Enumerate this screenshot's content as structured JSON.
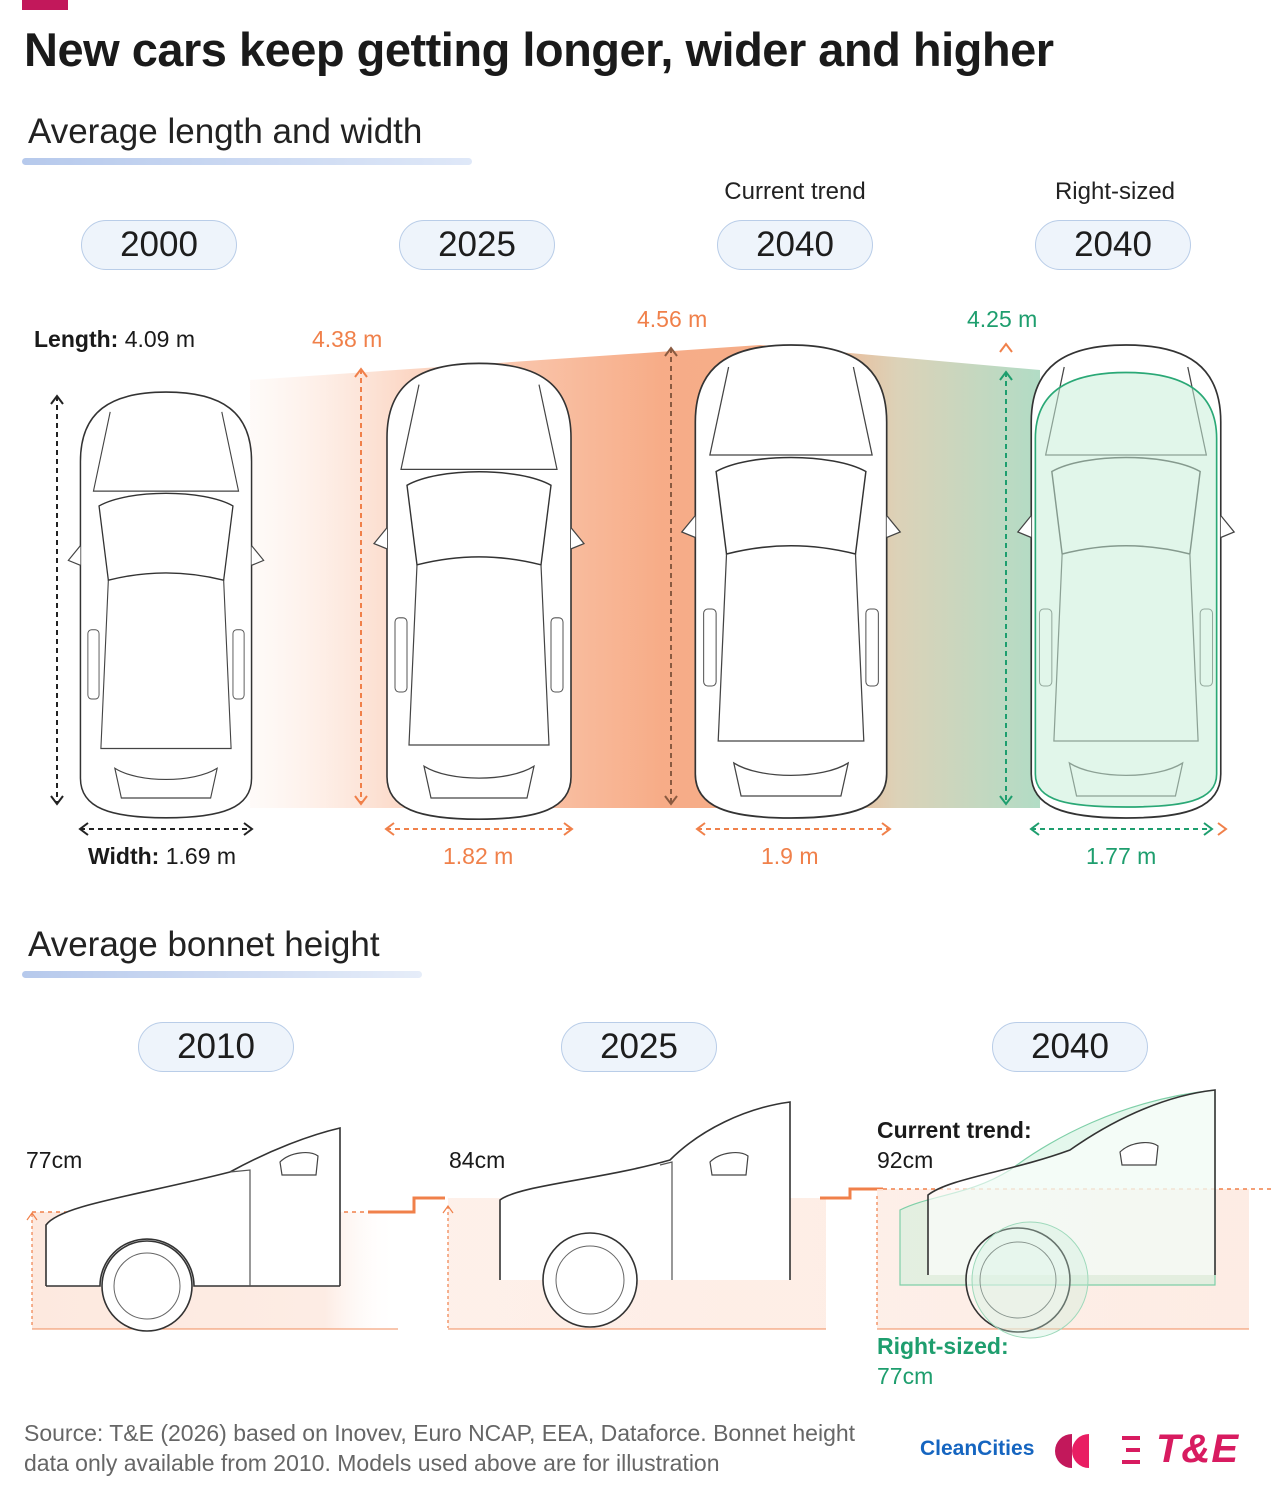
{
  "title": "New cars keep getting longer, wider and higher",
  "colors": {
    "accent_pink": "#c2185b",
    "trend_orange": "#f0804a",
    "right_sized_green": "#1e9e6e",
    "baseline_dark": "#1a1a1a",
    "underline_blue": "#b6c9ec",
    "te_pink": "#d81b60"
  },
  "chart_data": [
    {
      "type": "bar",
      "title": "Average length and width",
      "categories": [
        "2000",
        "2025",
        "2040",
        "2040"
      ],
      "scenarios": [
        "",
        "",
        "Current trend",
        "Right-sized"
      ],
      "series": [
        {
          "name": "Length",
          "unit": "m",
          "values": [
            4.09,
            4.38,
            4.56,
            4.25
          ]
        },
        {
          "name": "Width",
          "unit": "m",
          "values": [
            1.69,
            1.82,
            1.9,
            1.77
          ]
        }
      ],
      "labels": {
        "length": [
          "4.09 m",
          "4.38 m",
          "4.56 m",
          "4.25 m"
        ],
        "width": [
          "1.69 m",
          "1.82 m",
          "1.9 m",
          "1.77 m"
        ],
        "length_prefix": "Length:",
        "width_prefix": "Width:"
      }
    },
    {
      "type": "bar",
      "title": "Average bonnet height",
      "categories": [
        "2010",
        "2025",
        "2040"
      ],
      "series": [
        {
          "name": "Current trend",
          "unit": "cm",
          "values": [
            77,
            84,
            92
          ]
        },
        {
          "name": "Right-sized",
          "unit": "cm",
          "values": [
            null,
            null,
            77
          ]
        }
      ],
      "labels": {
        "h2010": "77cm",
        "h2025": "84cm",
        "current_trend_label": "Current trend:",
        "current_trend_value": "92cm",
        "right_sized_label": "Right-sized:",
        "right_sized_value": "77cm"
      }
    }
  ],
  "source": "Source: T&E (2026) based on Inovev, Euro NCAP, EEA, Dataforce. Bonnet height data only available from 2010. Models used above are for illustration",
  "logos": {
    "clean_cities": "CleanCities",
    "te": "T&E"
  }
}
